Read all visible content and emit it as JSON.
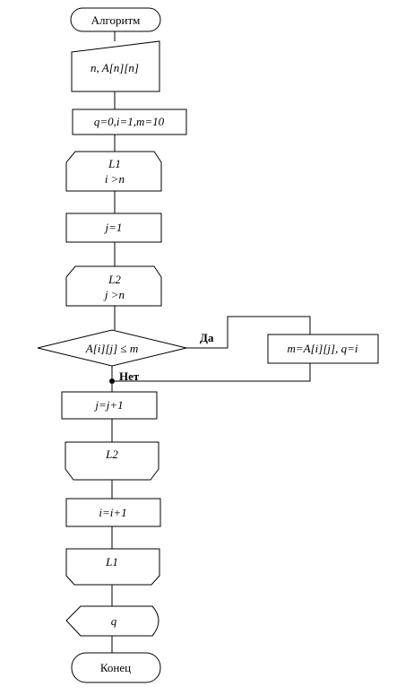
{
  "start": "Алгоритм",
  "input": "n,  A[n][n]",
  "init": "q=0,i=1,m=10",
  "loop1_start": {
    "name": "L1",
    "cond": "i >n"
  },
  "set_j": "j=1",
  "loop2_start": {
    "name": "L2",
    "cond": "j >n"
  },
  "decision": "A[i][j]  ≤ m",
  "yes_label": "Да",
  "no_label": "Нет",
  "assign": "m=A[i][j], q=i",
  "inc_j": "j=j+1",
  "loop2_end": "L2",
  "inc_i": "i=i+1",
  "loop1_end": "L1",
  "output": "q",
  "end": "Конец"
}
